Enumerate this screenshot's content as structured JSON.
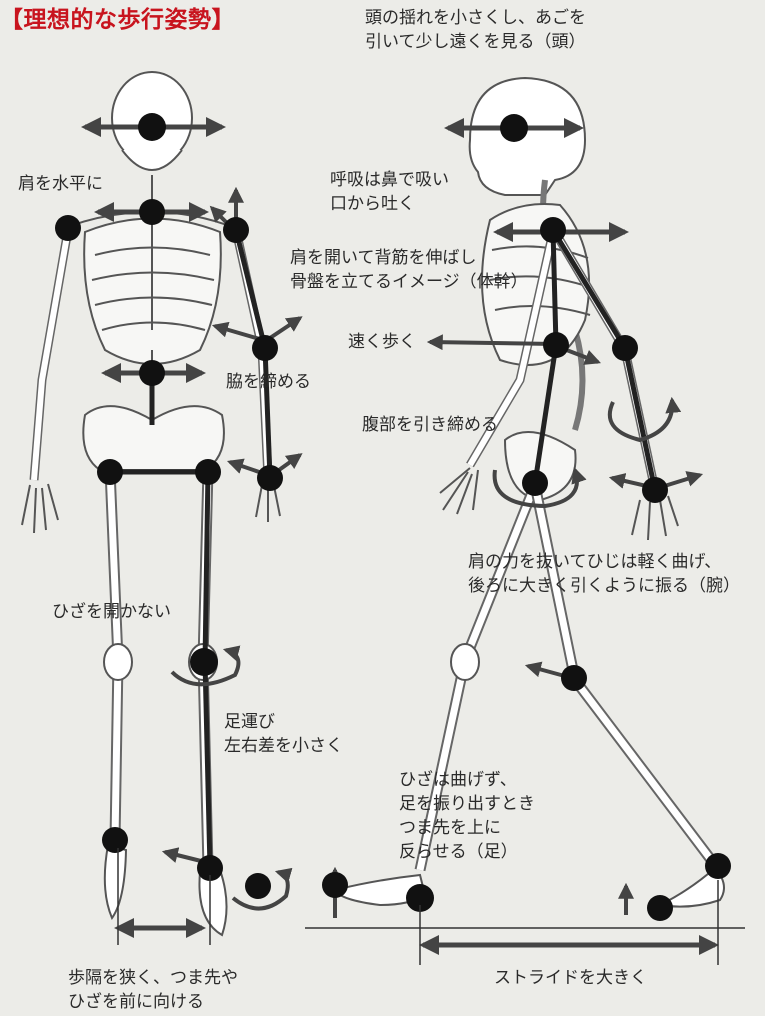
{
  "title": "【理想的な歩行姿勢】",
  "labels": {
    "head_line1": "頭の揺れを小さくし、あごを",
    "head_line2": "引いて少し遠くを見る（頭）",
    "shoulder_level": "肩を水平に",
    "breath_line1": "呼吸は鼻で吸い",
    "breath_line2": "口から吐く",
    "trunk_line1": "肩を開いて背筋を伸ばし",
    "trunk_line2": "骨盤を立てるイメージ（体幹）",
    "walk_fast": "速く歩く",
    "armpit": "脇を締める",
    "abdomen": "腹部を引き締める",
    "arm_line1": "肩の力を抜いてひじは軽く曲げ、",
    "arm_line2": "後ろに大きく引くように振る（腕）",
    "knee_open": "ひざを開かない",
    "legs_line1": "足運び",
    "legs_line2": "左右差を小さく",
    "foot_line1": "ひざは曲げず、",
    "foot_line2": "足を振り出すとき",
    "foot_line3": "つま先を上に",
    "foot_line4": "反らせる（足）",
    "stance_line1": "歩隔を狭く、つま先や",
    "stance_line2": "ひざを前に向ける",
    "stride": "ストライドを大きく"
  },
  "colors": {
    "title": "#c8141e",
    "marker": "#111111",
    "arrow": "#444444",
    "bone": "#555555"
  }
}
